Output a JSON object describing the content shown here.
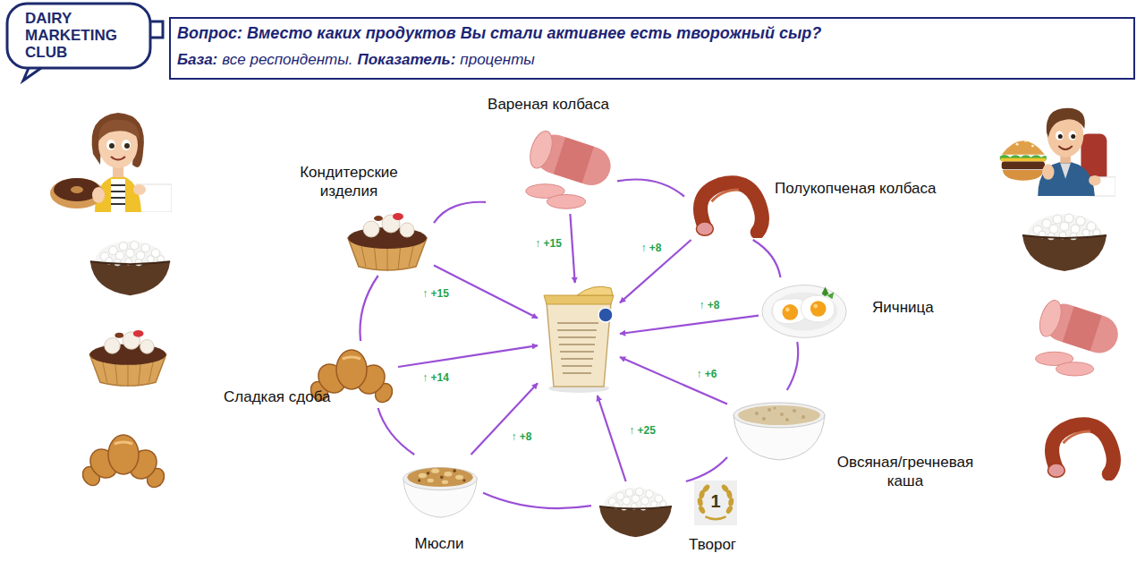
{
  "diagram": {
    "title": "Вопрос: Вместо каких продуктов Вы стали активнее есть творожный сыр?",
    "nodes": [
      {
        "text": [
          "Вареная колбаса"
        ]
      },
      {
        "text": [
          "Кондитерские изделия"
        ]
      },
      {
        "text": [
          "Полукопченая колбаса"
        ]
      },
      {
        "text": []
      },
      {
        "text": [
          "Яичница"
        ]
      },
      {
        "text": [
          "Сладкая сдоба"
        ]
      },
      {
        "text": [
          "Овсяная/гречневая каша"
        ]
      },
      {
        "text": [
          "Мюсли"
        ]
      },
      {
        "text": [
          "Творог"
        ]
      }
    ],
    "edges": [
      {
        "from": 0,
        "to": 3,
        "arrow": "to",
        "label": "↑ +15"
      },
      {
        "from": 2,
        "to": 3,
        "arrow": "to",
        "label": "↑ +8"
      },
      {
        "from": 4,
        "to": 3,
        "arrow": "to",
        "label": "↑ +8"
      },
      {
        "from": 6,
        "to": 3,
        "arrow": "to",
        "label": "↑ +6"
      },
      {
        "from": 8,
        "to": 3,
        "arrow": "to",
        "label": "↑ +25"
      },
      {
        "from": 7,
        "to": 3,
        "arrow": "to",
        "label": "↑ +8"
      },
      {
        "from": 5,
        "to": 3,
        "arrow": "to",
        "label": "↑ +14"
      },
      {
        "from": 1,
        "to": 3,
        "arrow": "to",
        "label": "↑ +15"
      },
      {
        "from": 0,
        "to": 2,
        "arrow": "none"
      },
      {
        "from": 2,
        "to": 4,
        "arrow": "none"
      },
      {
        "from": 4,
        "to": 6,
        "arrow": "none"
      },
      {
        "from": 6,
        "to": 8,
        "arrow": "none"
      },
      {
        "from": 8,
        "to": 7,
        "arrow": "none"
      },
      {
        "from": 7,
        "to": 5,
        "arrow": "none"
      },
      {
        "from": 5,
        "to": 1,
        "arrow": "none"
      },
      {
        "from": 1,
        "to": 0,
        "arrow": "none"
      }
    ],
    "labels": [
      "DAIRY MARKETING CLUB",
      "База:",
      "все респонденты.",
      "Показатель:",
      "проценты",
      "1"
    ]
  }
}
